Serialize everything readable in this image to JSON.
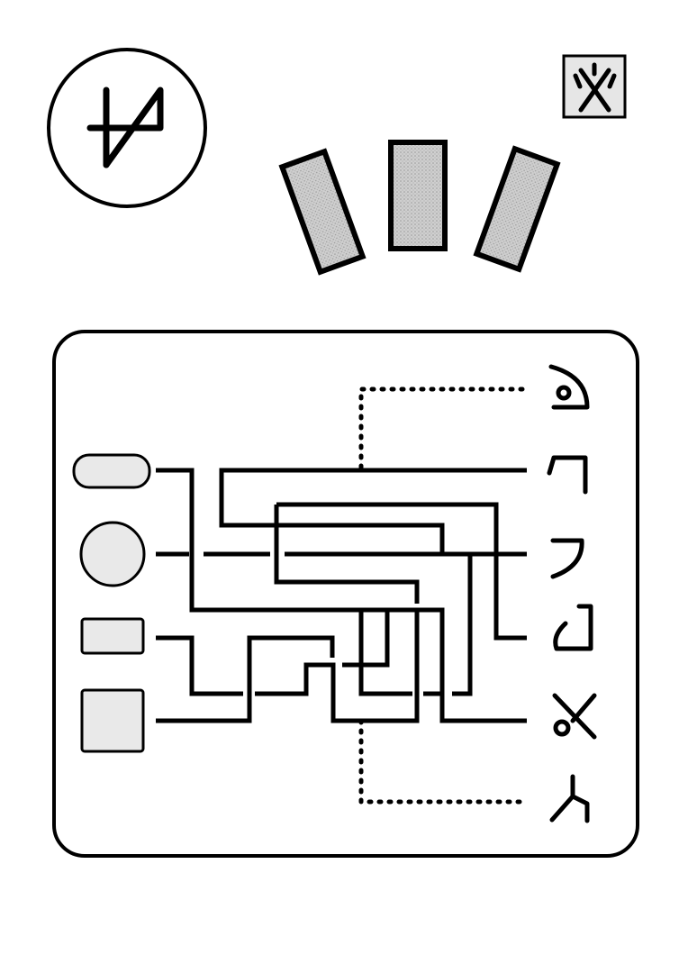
{
  "colors": {
    "ink": "#000000",
    "paper": "#ffffff",
    "tile_fill": "#cfcfcf",
    "tile_hatch": "#9a9a9a",
    "glyph_box_fill": "#e6e6e6",
    "shape_fill": "#e9e9e9"
  },
  "header": {
    "main_symbol": {
      "icon": "crossed-four-glyph-icon",
      "frame": "circle"
    },
    "corner_symbol": {
      "icon": "x-with-dashes-glyph-icon",
      "frame": "square"
    },
    "tiles": [
      {
        "icon": "shaded-tile-left",
        "tilt": "left"
      },
      {
        "icon": "shaded-tile-center",
        "tilt": "none"
      },
      {
        "icon": "shaded-tile-right",
        "tilt": "right"
      }
    ]
  },
  "puzzle": {
    "type": "wire-maze",
    "left_shapes": [
      {
        "icon": "pill-shape-icon"
      },
      {
        "icon": "circle-shape-icon"
      },
      {
        "icon": "small-rectangle-shape-icon"
      },
      {
        "icon": "square-shape-icon"
      }
    ],
    "right_glyphs": [
      {
        "icon": "dot-arc-glyph-icon"
      },
      {
        "icon": "hook-glyph-icon"
      },
      {
        "icon": "seven-arc-glyph-icon"
      },
      {
        "icon": "cup-hook-glyph-icon"
      },
      {
        "icon": "dot-x-glyph-icon"
      },
      {
        "icon": "branch-glyph-icon"
      }
    ]
  }
}
